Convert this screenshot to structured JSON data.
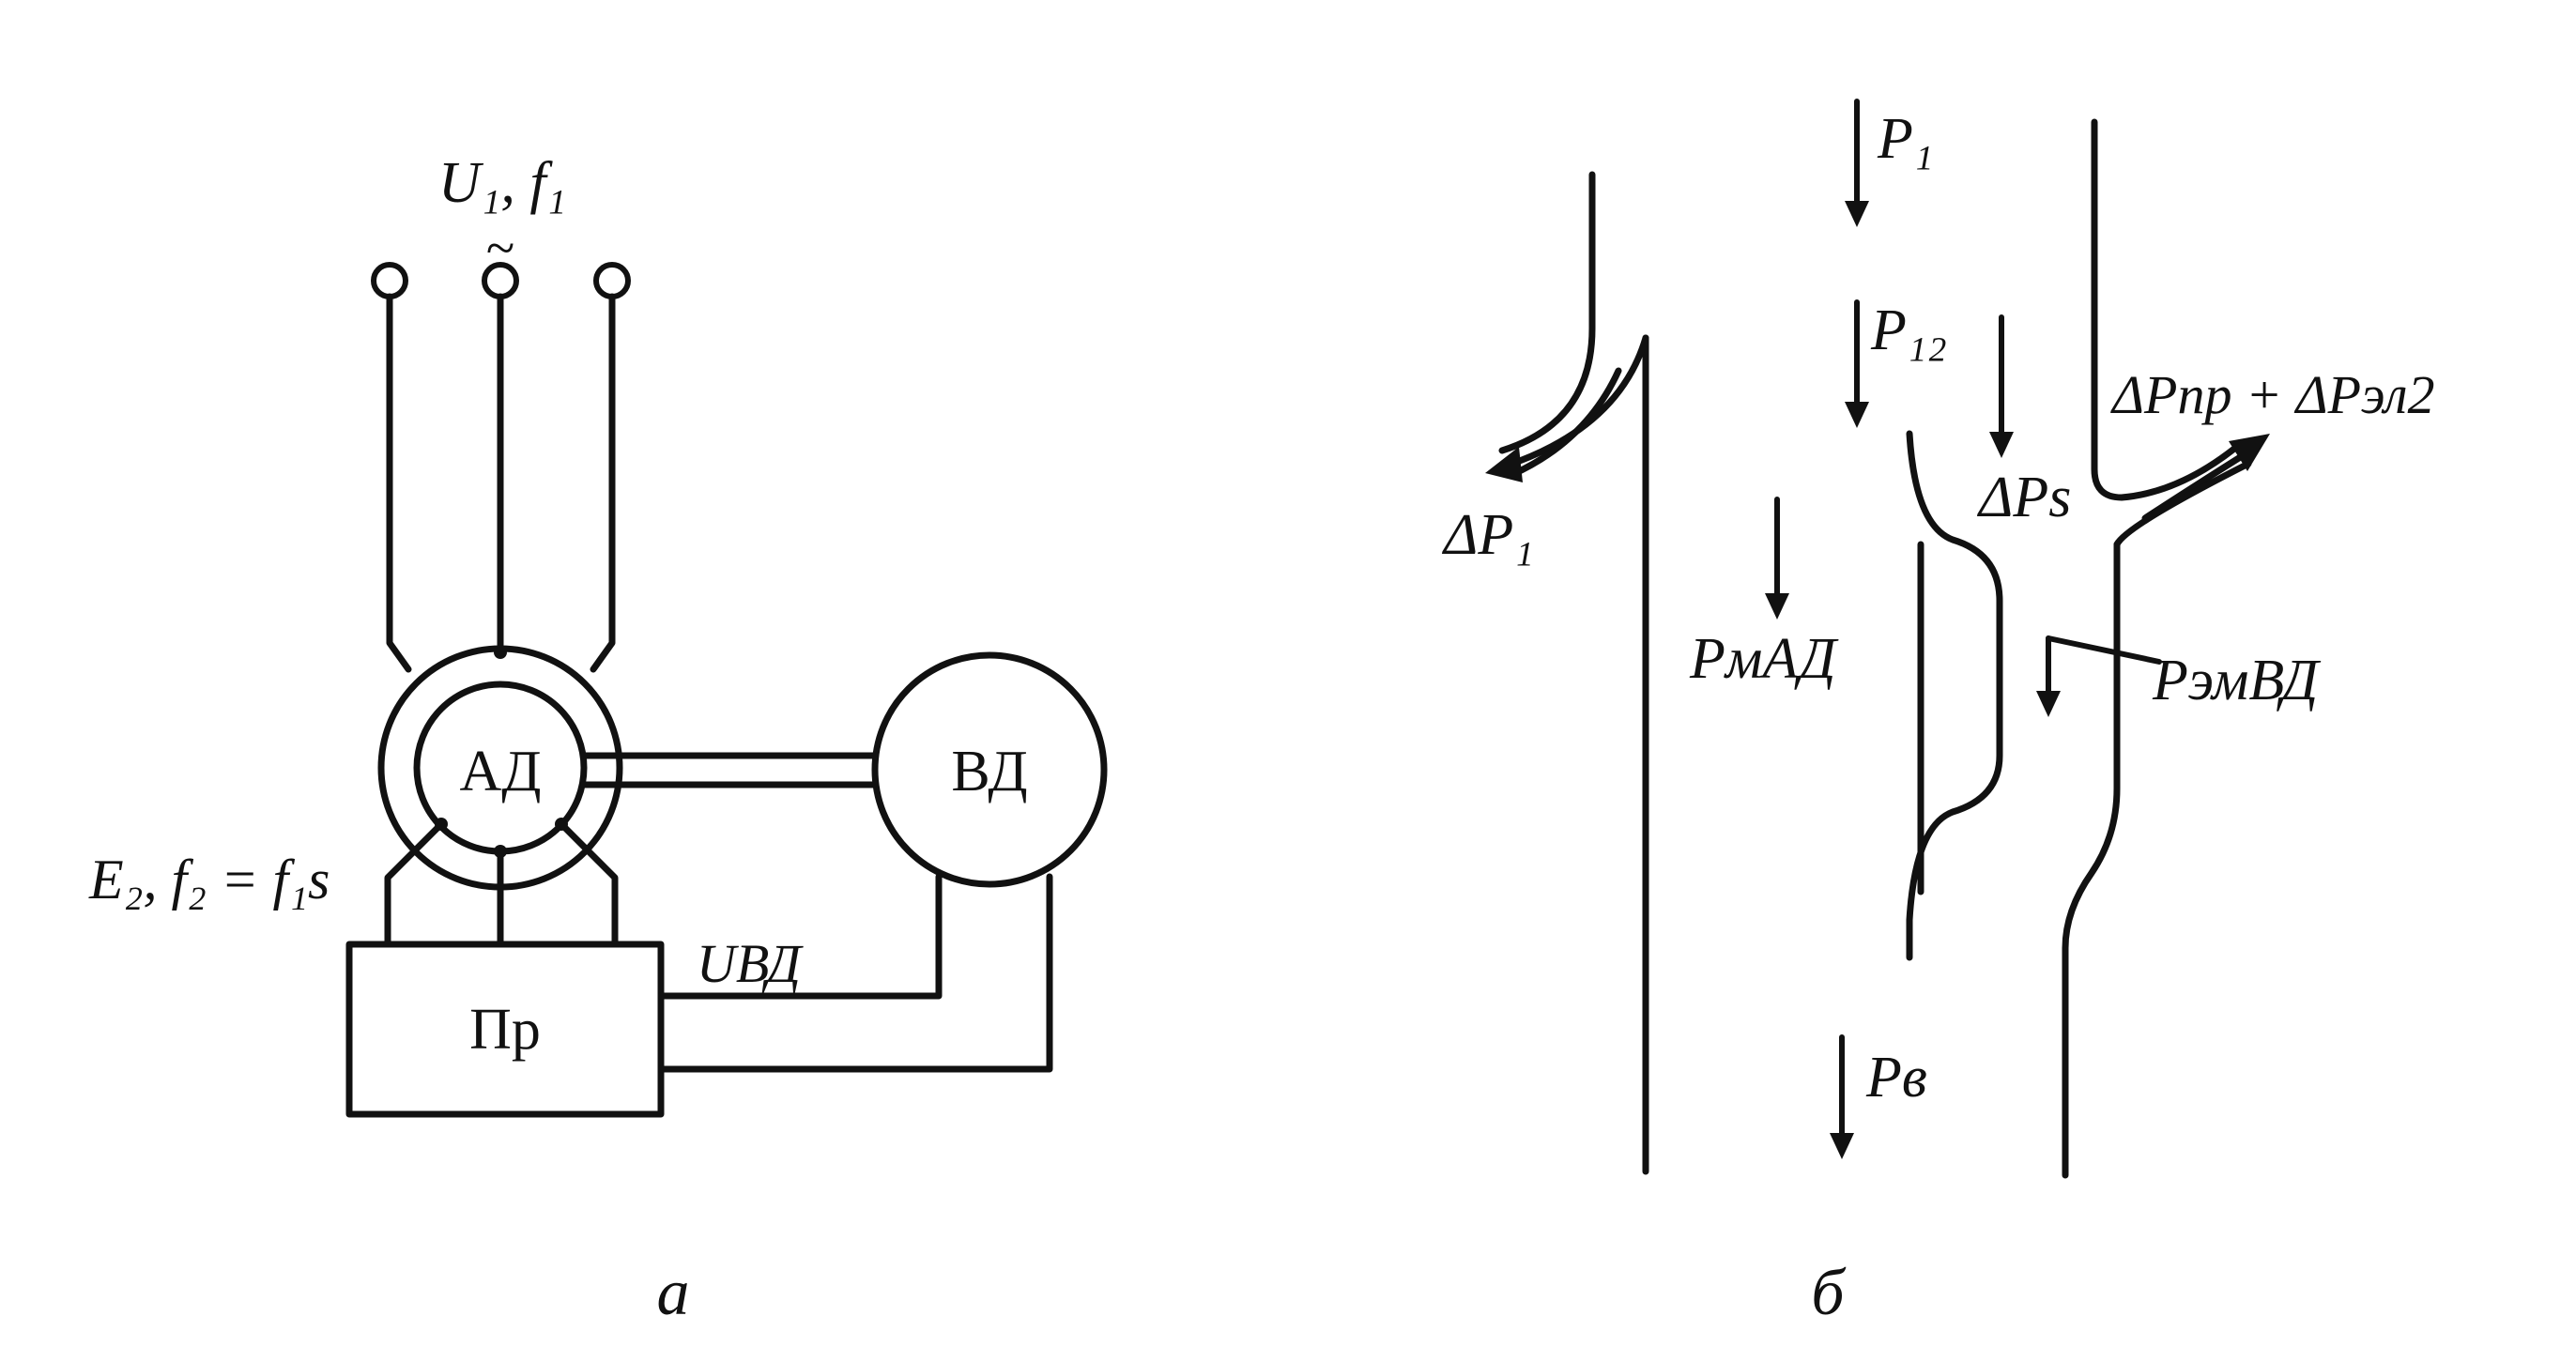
{
  "scheme_a": {
    "supply_label": "U₁, f₁",
    "supply_tilde": "~",
    "motor_label": "АД",
    "aux_motor_label": "ВД",
    "converter_label": "Пр",
    "rotor_label": "E₂, f₂ = f₁s",
    "aux_voltage_label": "UВД",
    "caption": "а"
  },
  "diagram_b": {
    "p1": "P₁",
    "p12": "P₁₂",
    "dp1": "ΔP₁",
    "dps": "ΔPs",
    "dp_conv": "ΔPпр + ΔPэл2",
    "p_mech_ad": "PмАД",
    "p_em_vd": "PэмВД",
    "p_shaft": "Pв",
    "caption": "б"
  },
  "colors": {
    "ink": "#111111",
    "background": "#ffffff"
  }
}
